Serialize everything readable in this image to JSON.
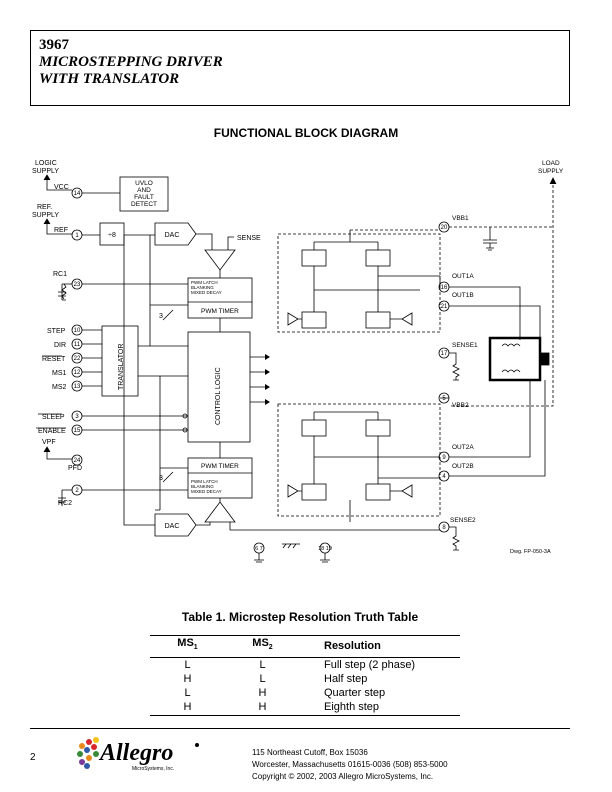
{
  "header": {
    "part_number": "3967",
    "title_line1": "MICROSTEPPING DRIVER",
    "title_line2": "WITH TRANSLATOR"
  },
  "diagram": {
    "title": "FUNCTIONAL BLOCK DIAGRAM",
    "labels": {
      "logic_supply_1": "LOGIC",
      "logic_supply_2": "SUPPLY",
      "vcc": "VCC",
      "ref_supply_1": "REF.",
      "ref_supply_2": "SUPPLY",
      "ref": "REF",
      "rc1": "RC1",
      "step": "STEP",
      "dir": "DIR",
      "reset": "RESET",
      "ms1": "MS1",
      "ms2": "MS2",
      "sleep": "SLEEP",
      "enable": "ENABLE",
      "vpf": "VPF",
      "pfd": "PFD",
      "rc2": "RC2",
      "uvlo_1": "UVLO",
      "uvlo_2": "AND",
      "uvlo_3": "FAULT",
      "uvlo_4": "DETECT",
      "div8": "÷8",
      "dac": "DAC",
      "sense": "SENSE",
      "pwm_latch_1": "PWM LATCH",
      "pwm_latch_2": "BLANKING",
      "pwm_latch_3": "MIXED DECAY",
      "pwm_timer": "PWM TIMER",
      "translator": "TRANSLATOR",
      "control_logic": "CONTROL LOGIC",
      "three": "3",
      "load_supply_1": "LOAD",
      "load_supply_2": "SUPPLY",
      "vbb1": "VBB1",
      "out1a": "OUT1A",
      "out1b": "OUT1B",
      "sense1": "SENSE1",
      "vbb2": "VBB2",
      "out2a": "OUT2A",
      "out2b": "OUT2B",
      "sense2": "SENSE2",
      "dwg": "Dwg. FP-050-3A"
    },
    "pins": {
      "vcc": "14",
      "ref": "1",
      "rc1": "23",
      "step": "10",
      "dir": "11",
      "reset": "22",
      "ms1": "12",
      "ms2": "13",
      "sleep": "3",
      "enable": "15",
      "pfd": "24",
      "rc2": "2",
      "vbb1": "20",
      "out1a": "16",
      "out1b": "21",
      "sense1": "17",
      "vbb2": "5",
      "out2a": "9",
      "out2b": "4",
      "sense2": "8",
      "gnd_a": "6  7",
      "gnd_b": "18  19"
    }
  },
  "table": {
    "title": "Table 1.  Microstep Resolution Truth Table",
    "headers": {
      "ms1": "MS",
      "ms1_sub": "1",
      "ms2": "MS",
      "ms2_sub": "2",
      "res": "Resolution"
    },
    "rows": [
      {
        "ms1": "L",
        "ms2": "L",
        "res": "Full step (2 phase)"
      },
      {
        "ms1": "H",
        "ms2": "L",
        "res": "Half step"
      },
      {
        "ms1": "L",
        "ms2": "H",
        "res": "Quarter step"
      },
      {
        "ms1": "H",
        "ms2": "H",
        "res": "Eighth step"
      }
    ]
  },
  "footer": {
    "page_number": "2",
    "logo_text": "Allegro",
    "logo_sub": "MicroSystems, Inc.",
    "address1": "115 Northeast Cutoff, Box 15036",
    "address2": "Worcester, Massachusetts 01615-0036  (508) 853-5000",
    "copyright": "Copyright © 2002, 2003 Allegro MicroSystems, Inc."
  }
}
